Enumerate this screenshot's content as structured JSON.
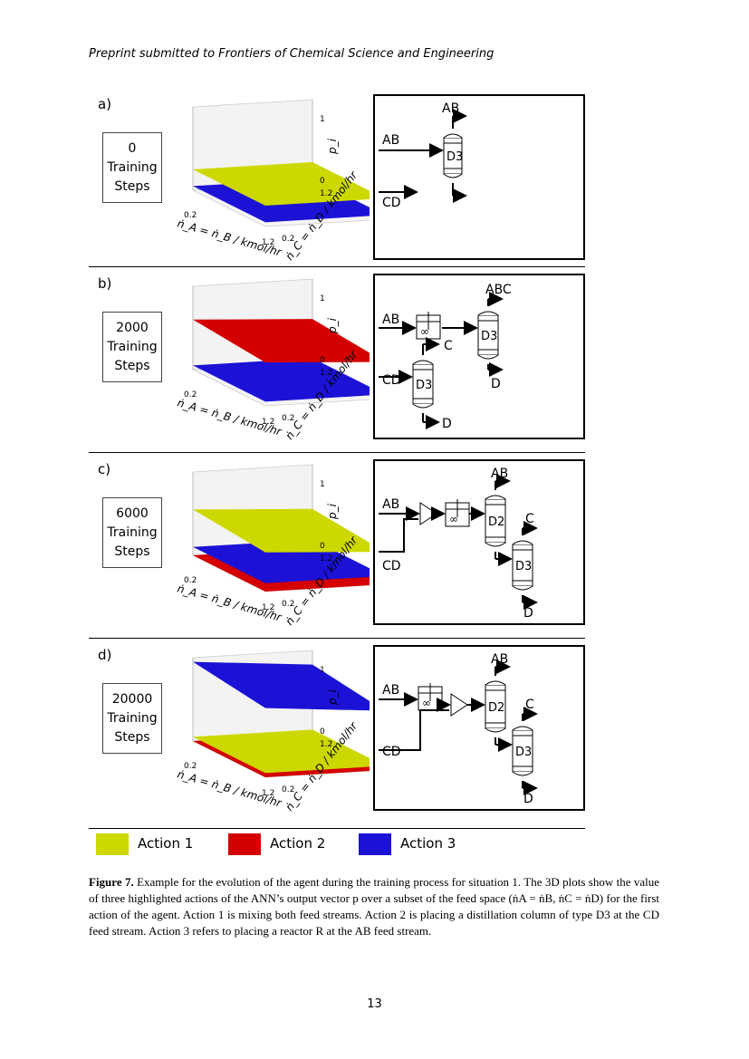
{
  "header": "Preprint submitted to Frontiers of Chemical Science and Engineering",
  "plot_axes": {
    "x_label": "ṅ_A = ṅ_B / kmol/hr",
    "y_label": "ṅ_C = ṅ_D / kmol/hr",
    "z_label": "p_i",
    "x_ticks": [
      "0.2",
      "1.2"
    ],
    "y_ticks": [
      "0.2",
      "1.2"
    ],
    "z_ticks": [
      "0",
      "1"
    ]
  },
  "panels": [
    {
      "label": "a)",
      "steps_num": "0",
      "steps_line1": "Training",
      "steps_line2": "Steps",
      "surfaces": [
        {
          "action": "Action 3",
          "color": "#1c12d6",
          "level": 0.05
        },
        {
          "action": "Action 1",
          "color": "#cdd800",
          "level": 0.25
        }
      ],
      "streams": {
        "s1": "AB",
        "s2": "CD",
        "out1": "AB",
        "col1": "D3"
      }
    },
    {
      "label": "b)",
      "steps_num": "2000",
      "steps_line1": "Training",
      "steps_line2": "Steps",
      "surfaces": [
        {
          "action": "Action 3",
          "color": "#1c12d6",
          "level": 0.05
        },
        {
          "action": "Action 2",
          "color": "#d40000",
          "level": 0.6
        }
      ],
      "streams": {
        "s1": "AB",
        "s2": "CD",
        "col_a": "D3",
        "col_b": "D3",
        "out_abc": "ABC",
        "out_c": "C",
        "out_d1": "D",
        "out_d2": "D"
      }
    },
    {
      "label": "c)",
      "steps_num": "6000",
      "steps_line1": "Training",
      "steps_line2": "Steps",
      "surfaces": [
        {
          "action": "Action 2",
          "color": "#d40000",
          "level": 0.0
        },
        {
          "action": "Action 3",
          "color": "#1c12d6",
          "level": 0.1
        },
        {
          "action": "Action 1",
          "color": "#cdd800",
          "level": 0.55
        }
      ],
      "streams": {
        "s1": "AB",
        "s2": "CD",
        "col_a": "D2",
        "col_b": "D3",
        "out_ab": "AB",
        "out_c": "C",
        "out_d": "D"
      }
    },
    {
      "label": "d)",
      "steps_num": "20000",
      "steps_line1": "Training",
      "steps_line2": "Steps",
      "surfaces": [
        {
          "action": "Action 2",
          "color": "#d40000",
          "level": 0.0
        },
        {
          "action": "Action 1",
          "color": "#cdd800",
          "level": 0.05
        },
        {
          "action": "Action 3",
          "color": "#1c12d6",
          "level": 0.95
        }
      ],
      "streams": {
        "s1": "AB",
        "s2": "CD",
        "col_a": "D2",
        "col_b": "D3",
        "out_ab": "AB",
        "out_c": "C",
        "out_d": "D"
      }
    }
  ],
  "legend": [
    {
      "label": "Action 1",
      "color": "#cdd800"
    },
    {
      "label": "Action 2",
      "color": "#d40000"
    },
    {
      "label": "Action 3",
      "color": "#1c12d6"
    }
  ],
  "caption": {
    "figure": "Figure 7.",
    "text": "Example for the evolution of the agent during the training process for situation 1. The 3D plots show the value of three highlighted actions of the ANN’s output vector p over a subset of the feed space (ṅA = ṅB, ṅC = ṅD) for the first action of the agent. Action 1 is mixing both feed streams. Action 2 is placing a distillation column of type D3 at the CD feed stream. Action 3 refers to placing a reactor R at the AB feed stream."
  },
  "page_number": "13"
}
